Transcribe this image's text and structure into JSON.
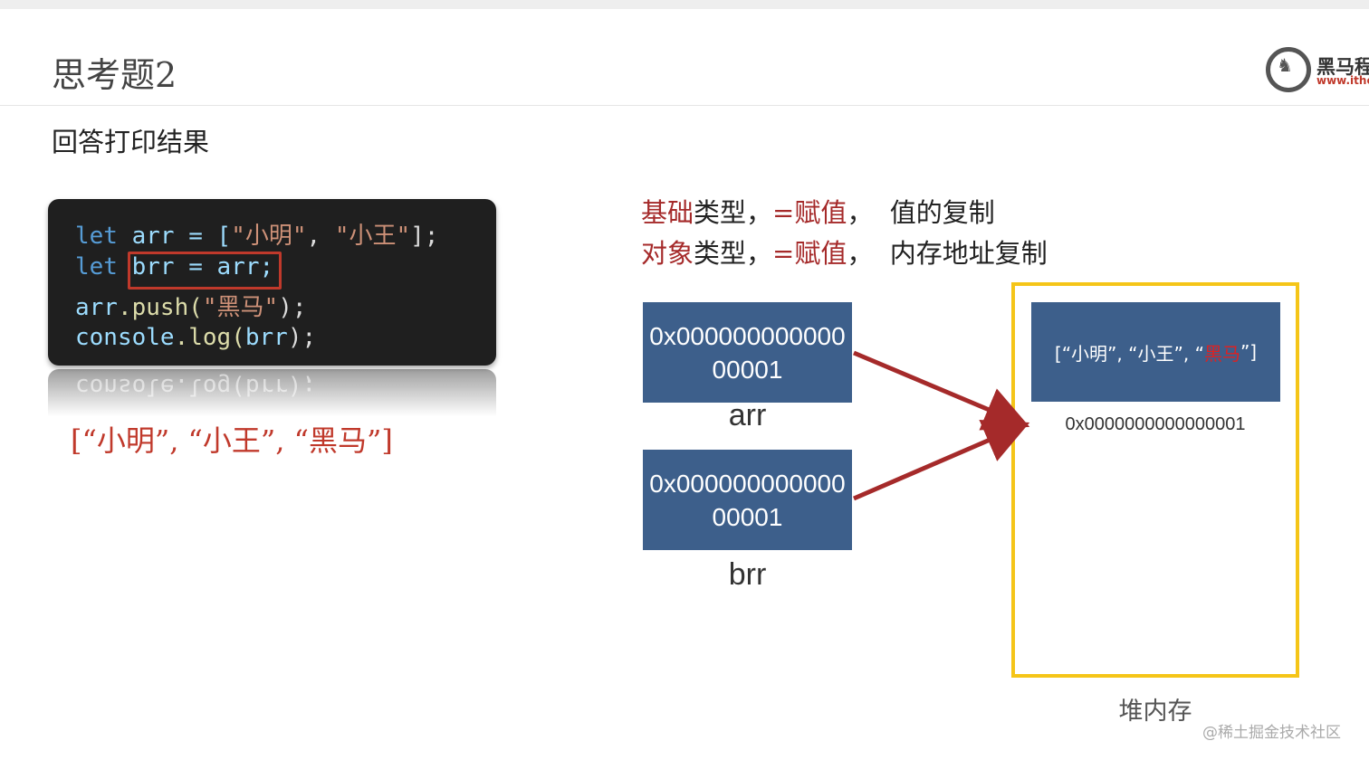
{
  "slide": {
    "title": "思考题2",
    "subtitle": "回答打印结果"
  },
  "logo": {
    "text": "黑马程",
    "url": "www.ithei"
  },
  "code": {
    "lines": [
      {
        "kw": "let",
        "rest": " arr = [",
        "s1": "\"小明\"",
        "sep": ", ",
        "s2": "\"小王\"",
        "end": "];"
      },
      {
        "kw": "let",
        "rest": " brr = arr;"
      },
      {
        "obj": "arr",
        "method": ".push(",
        "s1": "\"黑马\"",
        "end": ");"
      },
      {
        "obj": "console",
        "method": ".log(",
        "arg": "brr",
        "end": ");"
      }
    ],
    "reflection": "console.log(brr);"
  },
  "result": "[“小明”, “小王”, “黑马”]",
  "rules": [
    {
      "red": "基础",
      "black1": "类型，",
      "red2": "=赋值",
      "black2": "，  值的复制"
    },
    {
      "red": "对象",
      "black1": "类型，",
      "red2": "=赋值",
      "black2": "，  内存地址复制"
    }
  ],
  "stack": [
    {
      "address_line1": "0x000000000000",
      "address_line2": "00001",
      "label": "arr"
    },
    {
      "address_line1": "0x000000000000",
      "address_line2": "00001",
      "label": "brr"
    }
  ],
  "heap": {
    "obj_prefix": "[“小明”, “小王”, “",
    "obj_red": "黑马",
    "obj_suffix": "”]",
    "address": "0x0000000000000001",
    "label": "堆内存"
  },
  "watermark": "@稀土掘金技术社区",
  "colors": {
    "accent_red": "#c0392b",
    "box_blue": "#3d5f8b",
    "heap_border": "#f5c518",
    "arrow": "#a52a2a",
    "code_bg": "#1f1f1f"
  }
}
